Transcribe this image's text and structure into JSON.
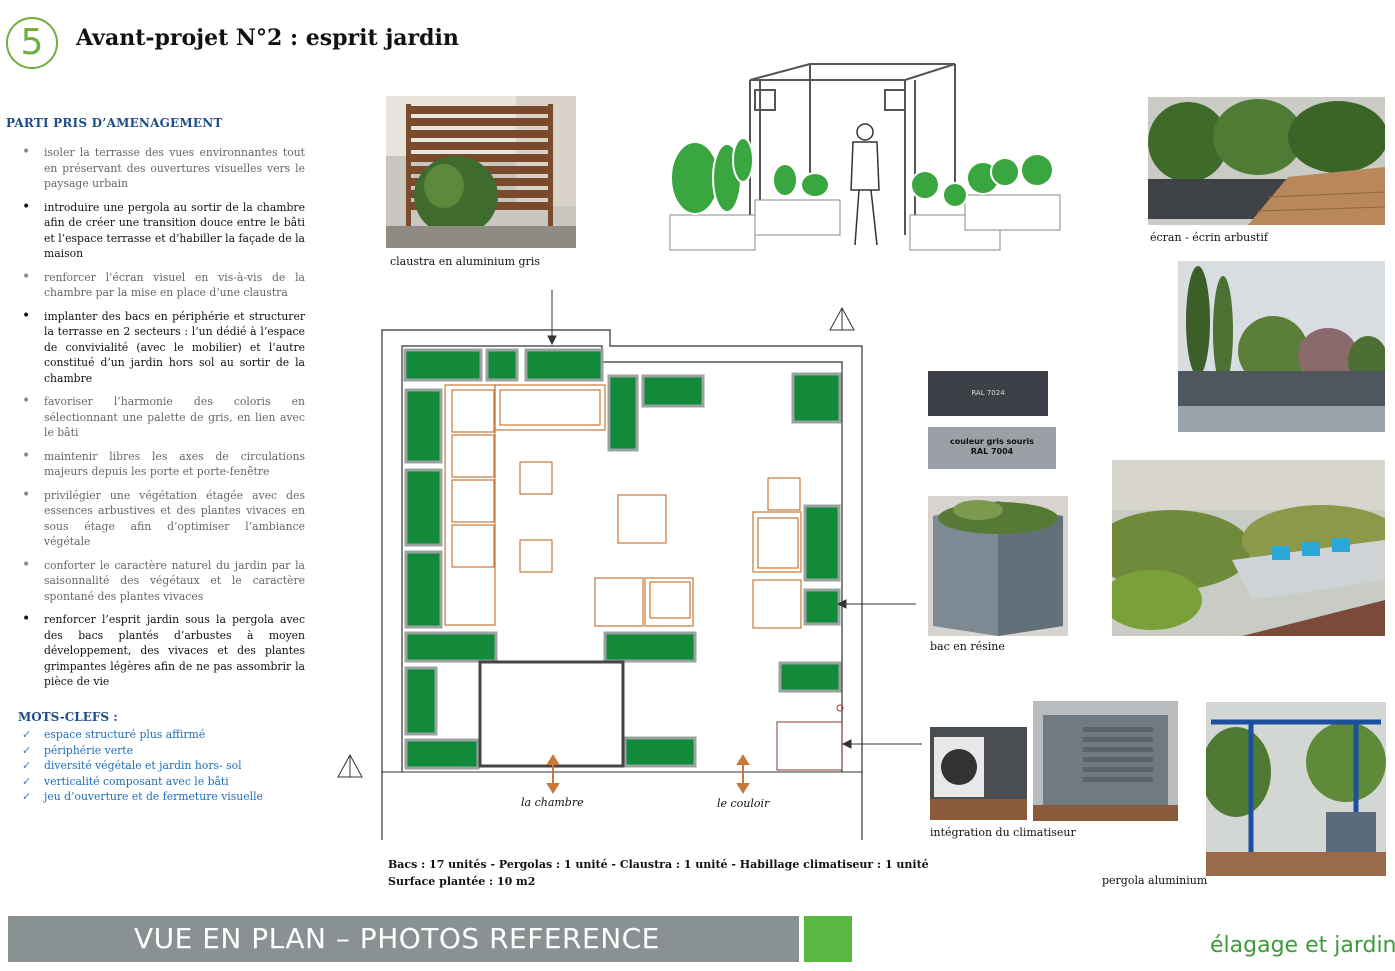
{
  "header": {
    "number": "5",
    "title": "Avant-projet N°2 : esprit jardin"
  },
  "section": {
    "title": "PARTI PRIS D’AMENAGEMENT",
    "bullets": [
      "isoler la terrasse des vues environnantes tout en préservant des ouvertures visuelles vers le paysage urbain",
      "introduire une pergola au sortir de la chambre afin de créer une transition douce entre le bâti et l’espace terrasse et d’habiller la façade de la maison",
      "renforcer l’écran visuel en vis-à-vis de la chambre par la mise en place d’une claustra",
      "implanter des bacs en périphérie et structurer la terrasse en 2 secteurs : l’un dédié à l’espace de convivialité (avec le mobilier) et l’autre constitué d’un jardin hors sol au sortir de la chambre",
      "favoriser l’harmonie des coloris en sélectionnant une palette de gris, en lien avec le bâti",
      "maintenir libres les axes de circulations majeurs depuis les porte et porte-fenêtre",
      "privilégier une végétation étagée avec des essences arbustives et des plantes vivaces en sous étage afin d’optimiser l’ambiance végétale",
      "conforter le caractère naturel du jardin par la saisonnalité des végétaux et le caractère spontané des plantes vivaces",
      "renforcer l’esprit jardin sous la pergola avec des bacs plantés d’arbustes à moyen développement, des vivaces et des plantes grimpantes légères afin de ne pas assombrir la pièce de vie"
    ]
  },
  "keywords": {
    "title": "MOTS-CLEFS :",
    "items": [
      "espace structuré plus affirmé",
      "périphérie verte",
      "diversité végétale et jardin hors- sol",
      "verticalité composant avec le bâti",
      "jeu d’ouverture et de fermeture visuelle"
    ]
  },
  "captions": {
    "claustra": "claustra en aluminium gris",
    "ecran": "écran - écrin arbustif",
    "bac": "bac en résine",
    "clim": "intégration du climatiseur",
    "pergola": "pergola aluminium"
  },
  "swatches": {
    "ral7024_label": "RAL 7024",
    "ral7024_color": "#3d4147",
    "gris_souris_line1": "couleur gris souris",
    "gris_souris_line2": "RAL 7004",
    "gris_souris_color": "#9aa0a5"
  },
  "plan": {
    "label_chambre": "la chambre",
    "label_couloir": "le couloir"
  },
  "summary": {
    "line1": "Bacs : 17 unités  -  Pergolas : 1 unité  -  Claustra : 1 unité  -  Habillage climatiseur : 1 unité",
    "line2": "Surface plantée : 10 m2"
  },
  "footer": {
    "title": "VUE EN PLAN – PHOTOS REFERENCE",
    "logo": "élagage et jardins"
  },
  "colors": {
    "accent_blue": "#1c4f88",
    "green": "#3aa63f",
    "plan_green": "#138a3a",
    "furniture": "#c8783a"
  }
}
